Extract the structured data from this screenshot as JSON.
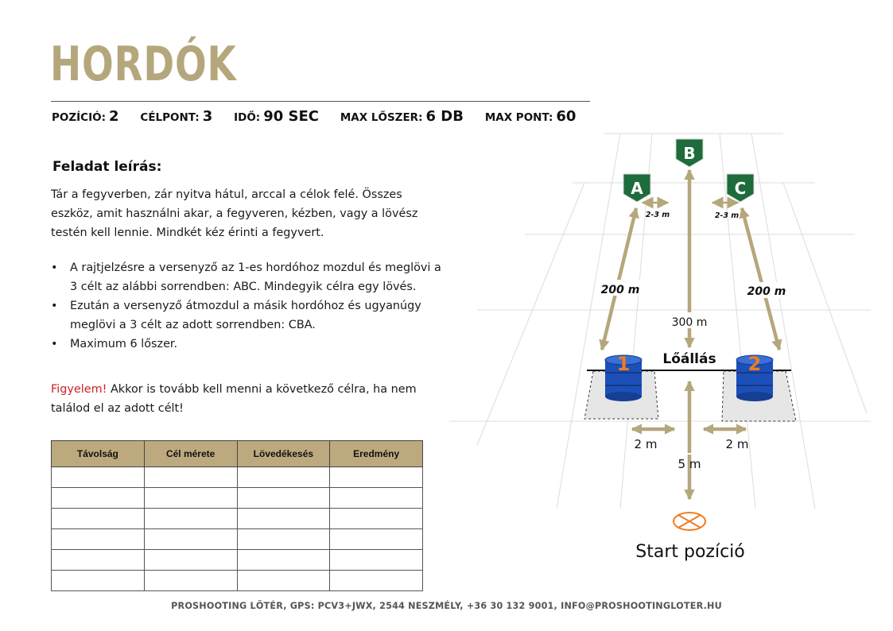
{
  "title": "HORDÓK",
  "stats": [
    {
      "label": "POZÍCIÓ:",
      "value": "2"
    },
    {
      "label": "CÉLPONT:",
      "value": "3"
    },
    {
      "label": "IDŐ:",
      "value": "90 SEC"
    },
    {
      "label": "MAX LŐSZER:",
      "value": "6 DB"
    },
    {
      "label": "MAX PONT:",
      "value": "60"
    }
  ],
  "description": {
    "heading": "Feladat leírás:",
    "paragraph": "Tár a fegyverben, zár nyitva hátul, arccal a célok felé. Összes eszköz, amit használni akar, a fegyveren, kézben, vagy a lövész testén kell lennie. Mindkét kéz érinti a fegyvert.",
    "bullets": [
      "A rajtjelzésre a versenyző az 1-es hordóhoz mozdul és meglövi a 3 célt az alábbi sorrendben: ABC. Mindegyik célra egy lövés.",
      "Ezután a versenyző átmozdul a másik hordóhoz és ugyanúgy meglövi a 3 célt az adott sorrendben: CBA.",
      "Maximum 6 lőszer."
    ]
  },
  "warning": {
    "label": "Figyelem!",
    "text": " Akkor is tovább kell menni a következő célra, ha nem találod el az adott célt!"
  },
  "table": {
    "headers": [
      "Távolság",
      "Cél mérete",
      "Lövedékesés",
      "Eredmény"
    ],
    "rows": [
      [
        "",
        "",
        "",
        ""
      ],
      [
        "",
        "",
        "",
        ""
      ],
      [
        "",
        "",
        "",
        ""
      ],
      [
        "",
        "",
        "",
        ""
      ],
      [
        "",
        "",
        "",
        ""
      ],
      [
        "",
        "",
        "",
        ""
      ]
    ]
  },
  "diagram": {
    "targets": [
      "A",
      "B",
      "C"
    ],
    "barrels": [
      "1",
      "2"
    ],
    "firing_line": "Lőállás",
    "start_label": "Start pozíció",
    "distances": {
      "left_target": "200 m",
      "center_target": "300 m",
      "right_target": "200 m",
      "gap_left": "2-3 m",
      "gap_right": "2-3 m",
      "barrel_left": "2 m",
      "barrel_right": "2 m",
      "start": "5 m"
    },
    "colors": {
      "target": "#1e6b3c",
      "barrel": "#1c4fb8",
      "barrel_number": "#ee7d20",
      "arrow": "#b5a77c",
      "start_marker": "#ee7d20"
    }
  },
  "footer": "PROSHOOTING LŐTÉR, GPS: PCV3+JWX, 2544 NESZMÉLY, +36 30 132 9001, INFO@PROSHOOTINGLOTER.HU"
}
